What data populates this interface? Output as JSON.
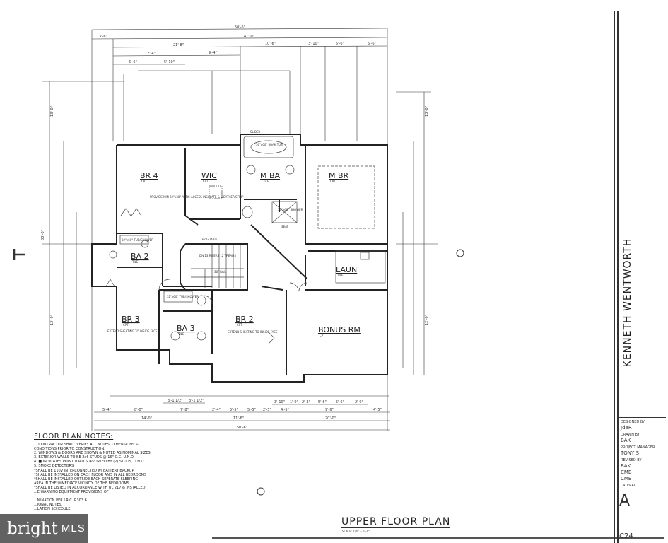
{
  "plan": {
    "title": "UPPER FLOOR PLAN",
    "scale": "SCALE: 1/4\" = 1'-0\"",
    "rooms": [
      {
        "name": "BR 4",
        "finish": "CPT"
      },
      {
        "name": "WIC",
        "finish": "CPT"
      },
      {
        "name": "M BA",
        "finish": "TILE"
      },
      {
        "name": "M BR",
        "finish": "CPT"
      },
      {
        "name": "BA 2",
        "finish": "TILE"
      },
      {
        "name": "LAUN",
        "finish": "TILE"
      },
      {
        "name": "BR 3",
        "finish": "CPT"
      },
      {
        "name": "BA 3",
        "finish": "TILE"
      },
      {
        "name": "BR 2",
        "finish": "CPT"
      },
      {
        "name": "BONUS RM",
        "finish": "CPT"
      }
    ],
    "annotations": {
      "soak_tub": "36\"x60\" SOAK TUB",
      "shower": "36\"x60\" SHOWER",
      "tub_shower_ba2": "32\"x60\" TUB/SHOWER",
      "tub_shower_ba3": "32\"x60\" TUB/SHOWER",
      "attic": "PROVIDE MIN 22\"x30\" ATTIC ACCESS INSULATE & WEATHER STRIP",
      "guard": "36\"GUARD",
      "rail": "36\" RAIL",
      "risers": "DN 13 RISERS 12 TREADS",
      "sheathing_br3": "EXTEND SHEATING TO INSIDE FACE",
      "sheathing_br2": "EXTEND SHEATING TO INSIDE FACE",
      "slider": "SLIDER",
      "seat": "SEAT"
    },
    "top_dims": [
      "50'-6\"",
      "41'-0\"",
      "3'-6\"",
      "21'-8\"",
      "10'-6\"",
      "3'-10\"",
      "5'-6\"",
      "5'-6\"",
      "12'-4\"",
      "9'-4\"",
      "6'-6\"",
      "5'-10\""
    ],
    "bottom_dims": [
      "3'-1 1/2\"",
      "3'-1 1/2\"",
      "3'-10\"",
      "1'-0\"",
      "2'-3\"",
      "5'-6\"",
      "5'-6\"",
      "2'-9\"",
      "5'-4\"",
      "8'-0\"",
      "7'-8\"",
      "2'-4\"",
      "5'-5\"",
      "5'-5\"",
      "2'-5\"",
      "4'-5\"",
      "9'-6\"",
      "4'-5\"",
      "14'-0\"",
      "11'-6\"",
      "20'-0\"",
      "50'-6\""
    ],
    "side_dims": [
      "13'-0\"",
      "33'-0\"",
      "12'-0\"",
      "13'-0\"",
      "12'-0\""
    ]
  },
  "notes": {
    "heading": "FLOOR PLAN NOTES:",
    "items": [
      "1.  CONTRACTOR SHALL VERIFY ALL NOTES, DIMENSIONS &",
      "     CONDITIONS PRIOR TO CONSTRUCTION.",
      "2.  WINDOWS & DOORS ARE SHOWN & NOTED AS NOMINAL SIZES.",
      "3.  EXTERIOR WALLS TO BE 2x6 STUDS @ 16\" O.C. U.N.O.",
      "4.      ■ INDICATES POINT LOAD SUPPORTED BY (2) STUDS, U.N.O.",
      "5.  SMOKE DETECTORS",
      "     *SHALL BE 110V INTERCONNECTED w/ BATTERY BACKUP",
      "     *SHALL BE INSTALLED ON EACH FLOOR AND IN ALL BEDROOMS",
      "     *SHALL BE INSTALLED OUTSIDE EACH SEPERATE SLEEPING",
      "     AREA IN THE IMMEDIATE VICINITY OF THE BEDROOMS.",
      "     *SHALL BE LISTED IN ACCORDANCE WITH UL 217 & INSTALLED",
      "     ...E WARNING EQUIPMENT PROVISIONS OF",
      "",
      "     ...MINATION PER I.R.C. R303.6",
      "     ...IONAL NOTES.",
      "     ...LATION SCHEDULE."
    ]
  },
  "title_block": {
    "owner": "KENNETH WENTWORTH",
    "designed_by_label": "DESIGNED BY",
    "designed_by": "JdeR",
    "drawn_by_label": "DRAWN BY",
    "drawn_by": "BAK",
    "project_label": "PROJECT MANAGER",
    "project": "TONY S",
    "revised_label": "REVISED BY",
    "revised": [
      "BAK",
      "CMB",
      "CMB"
    ],
    "sheet_label": "LATERAL",
    "sheet_code": "A",
    "job": "C24"
  },
  "watermark": {
    "brand": "bright",
    "suffix": "MLS"
  }
}
